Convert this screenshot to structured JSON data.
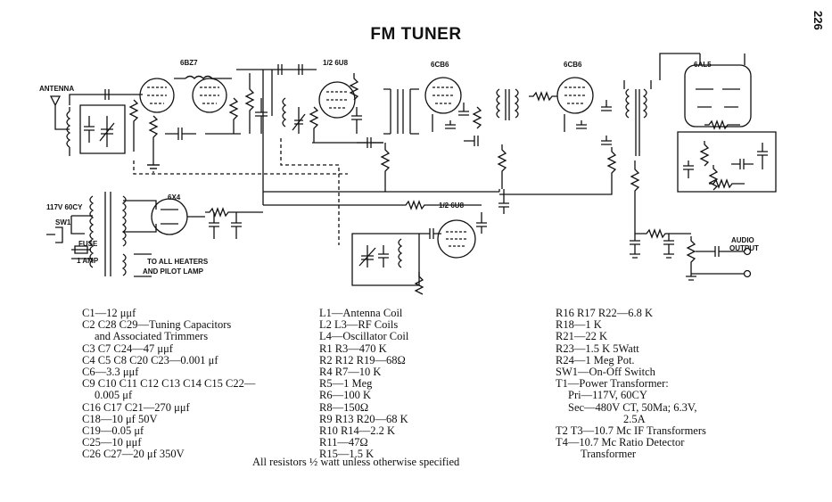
{
  "title": "FM TUNER",
  "page_number": "226",
  "labels": {
    "antenna": "ANTENNA",
    "ac_input": "117V 60CY",
    "switch": "SW1",
    "fuse": "FUSE",
    "fuse_rating": "1 AMP",
    "heaters_1": "TO ALL HEATERS",
    "heaters_2": "AND PILOT LAMP",
    "audio_1": "AUDIO",
    "audio_2": "OUTPUT",
    "tube_rf": "6BZ7",
    "tube_mixer": "1/2 6U8",
    "tube_if1": "6CB6",
    "tube_if2": "6CB6",
    "tube_det": "6AL5",
    "tube_rect": "6X4",
    "tube_osc": "1/2 6U8"
  },
  "parts": {
    "col1": [
      "C1—12 μμf",
      "C2 C28 C29—Tuning Capacitors",
      "and Associated Trimmers",
      "C3 C7 C24—47 μμf",
      "C4 C5 C8 C20 C23—0.001 μf",
      "C6—3.3 μμf",
      "C9 C10 C11 C12 C13 C14 C15 C22—",
      "0.005 μf",
      "C16 C17 C21—270 μμf",
      "C18—10 μf 50V",
      "C19—0.05 μf",
      "C25—10 μμf",
      "C26 C27—20 μf 350V"
    ],
    "col2": [
      "L1—Antenna Coil",
      "L2 L3—RF Coils",
      "L4—Oscillator Coil",
      "R1 R3—470 K",
      "R2 R12 R19—68Ω",
      "R4 R7—10 K",
      "R5—1 Meg",
      "R6—100 K",
      "R8—150Ω",
      "R9 R13 R20—68 K",
      "R10 R14—2.2 K",
      "R11—47Ω",
      "R15—1.5 K"
    ],
    "col3": [
      "R16 R17 R22—6.8 K",
      "R18—1 K",
      "R21—22 K",
      "R23—1.5 K 5Watt",
      "R24—1 Meg Pot.",
      "SW1—On-Off Switch",
      "T1—Power Transformer:",
      "Pri—117V, 60CY",
      "Sec—480V CT, 50Ma; 6.3V,",
      "2.5A",
      "T2 T3—10.7 Mc IF Transformers",
      "T4—10.7 Mc Ratio Detector",
      "Transformer"
    ],
    "footnote": "All resistors ½ watt unless otherwise specified"
  }
}
